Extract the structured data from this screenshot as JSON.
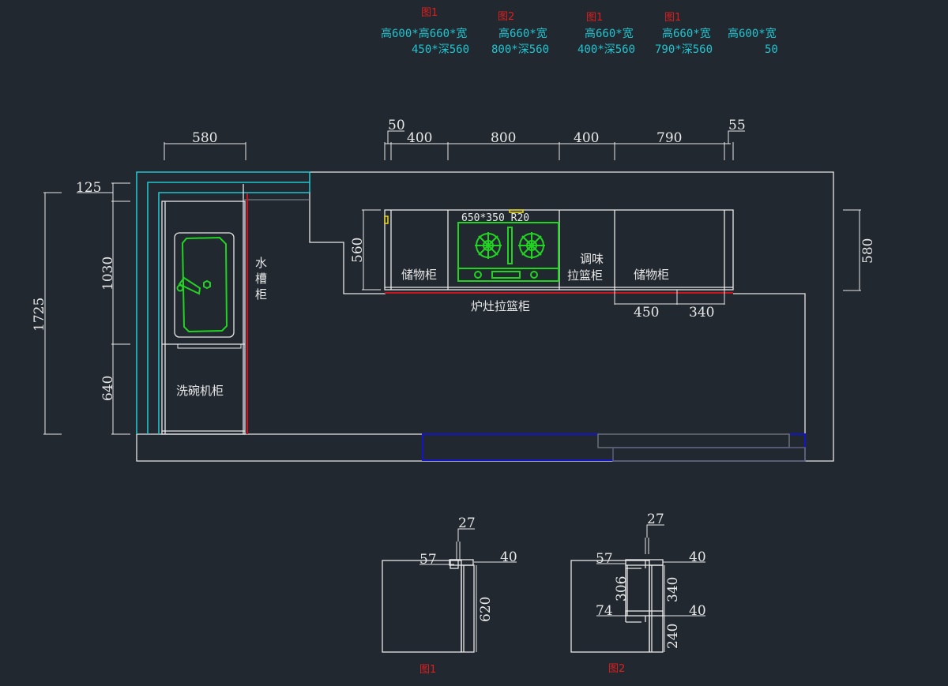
{
  "spec_notes": [
    {
      "ref": "图1",
      "line1": "高600*高660*宽",
      "line2": "450*深560"
    },
    {
      "ref": "图2",
      "line1": "高660*宽",
      "line2": "800*深560"
    },
    {
      "ref": "图1",
      "line1": "高660*宽",
      "line2": "400*深560"
    },
    {
      "ref": "图1",
      "line1": "高660*宽",
      "line2": "790*深560"
    },
    {
      "ref": "",
      "line1": "高600*宽",
      "line2": "50"
    }
  ],
  "dimensions": {
    "top_left": "580",
    "top_filler_left": "50",
    "top_seg1": "400",
    "top_seg2": "800",
    "top_seg3": "400",
    "top_seg4": "790",
    "top_filler_right": "55",
    "left_125": "125",
    "left_1030": "1030",
    "left_640": "640",
    "left_total": "1725",
    "depth_560": "560",
    "right_580": "580",
    "bottom_450": "450",
    "bottom_340": "340"
  },
  "labels": {
    "sink_cabinet": [
      "水",
      "槽",
      "柜"
    ],
    "dishwasher_cabinet": "洗碗机柜",
    "storage_cabinet_left": "储物柜",
    "stove_spec": "650*350 R20",
    "spice_cabinet_line1": "调味",
    "spice_cabinet_line2": "拉篮柜",
    "storage_cabinet_right": "储物柜",
    "stove_basket_cabinet": "炉灶拉篮柜"
  },
  "details": {
    "fig1": {
      "caption": "图1",
      "dim_27": "27",
      "dim_57": "57",
      "dim_40": "40",
      "dim_620": "620"
    },
    "fig2": {
      "caption": "图2",
      "dim_27": "27",
      "dim_57": "57",
      "dim_40_top": "40",
      "dim_306": "306",
      "dim_340": "340",
      "dim_74": "74",
      "dim_40_mid": "40",
      "dim_240": "240"
    }
  },
  "colors": {
    "background": "#212830",
    "lines": "#e8e8e8",
    "countertop": "#22c4cf",
    "appliance": "#22d422",
    "wall_edge": "#c8141e",
    "annotation_ref": "#e01e1e",
    "annotation_text": "#22c4cf"
  }
}
